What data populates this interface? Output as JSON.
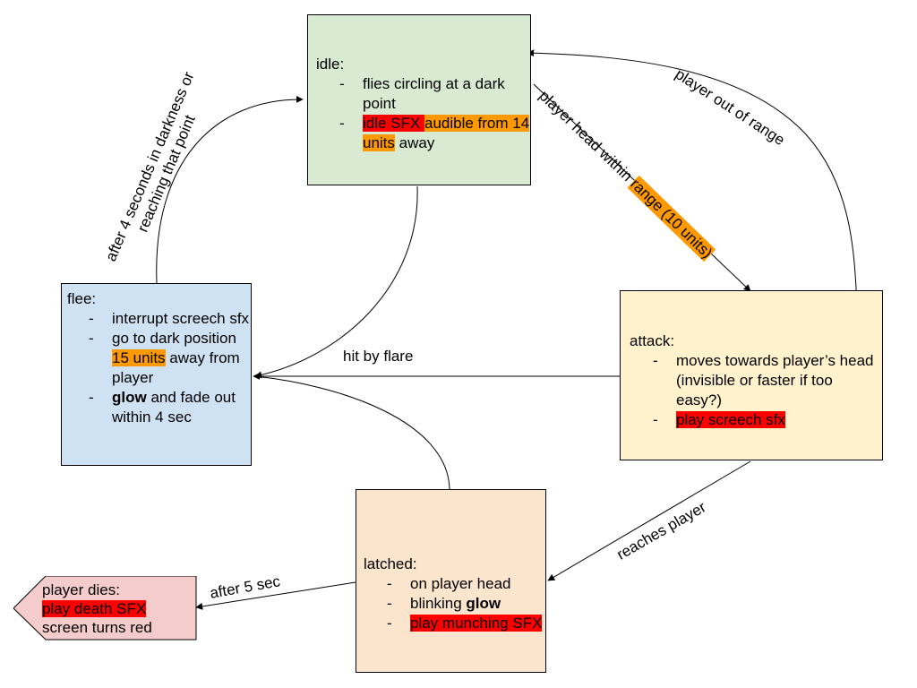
{
  "states": {
    "idle": {
      "title": "idle:",
      "items": [
        {
          "parts": [
            {
              "t": "flies circling at a dark point"
            }
          ]
        },
        {
          "parts": [
            {
              "t": "idle SFX ",
              "hl": "red"
            },
            {
              "t": "audible from 14 units",
              "hl": "orange"
            },
            {
              "t": " away"
            }
          ]
        }
      ]
    },
    "flee": {
      "title": "flee:",
      "items": [
        {
          "parts": [
            {
              "t": "interrupt screech sfx"
            }
          ]
        },
        {
          "parts": [
            {
              "t": "go to dark position "
            },
            {
              "t": "15 units",
              "hl": "orange"
            },
            {
              "t": " away from player"
            }
          ]
        },
        {
          "parts": [
            {
              "t": "glow",
              "b": true
            },
            {
              "t": " and fade out within 4 sec"
            }
          ]
        }
      ]
    },
    "attack": {
      "title": "attack:",
      "items": [
        {
          "parts": [
            {
              "t": "moves towards player’s head (invisible or faster if too easy?)"
            }
          ]
        },
        {
          "parts": [
            {
              "t": "play screech sfx",
              "hl": "red"
            }
          ]
        }
      ]
    },
    "latched": {
      "title": "latched:",
      "items": [
        {
          "parts": [
            {
              "t": "on player head"
            }
          ]
        },
        {
          "parts": [
            {
              "t": "blinking "
            },
            {
              "t": "glow",
              "b": true
            }
          ]
        },
        {
          "parts": [
            {
              "t": "play munching SFX",
              "hl": "red"
            }
          ]
        }
      ]
    },
    "dies": {
      "line1": "player dies:",
      "line2": "play death SFX",
      "line3": "screen turns red"
    }
  },
  "transitions": {
    "out_of_range": "player out of range",
    "within_range_prefix": "player head within ",
    "within_range_highlight": "range (10 units)",
    "hit_by_flare": "hit by flare",
    "reaches_player": "reaches player",
    "after_4_seconds_line1": "after 4 seconds in darkness or",
    "after_4_seconds_line2": "reaching that point",
    "after_5_sec": "after 5 sec"
  },
  "colors": {
    "idle": "#d9ead3",
    "flee": "#cfe2f3",
    "attack": "#fff2cc",
    "latched": "#fce5cd",
    "dies": "#f4cccc",
    "highlight_red": "#ff0000",
    "highlight_orange": "#ff9900"
  }
}
